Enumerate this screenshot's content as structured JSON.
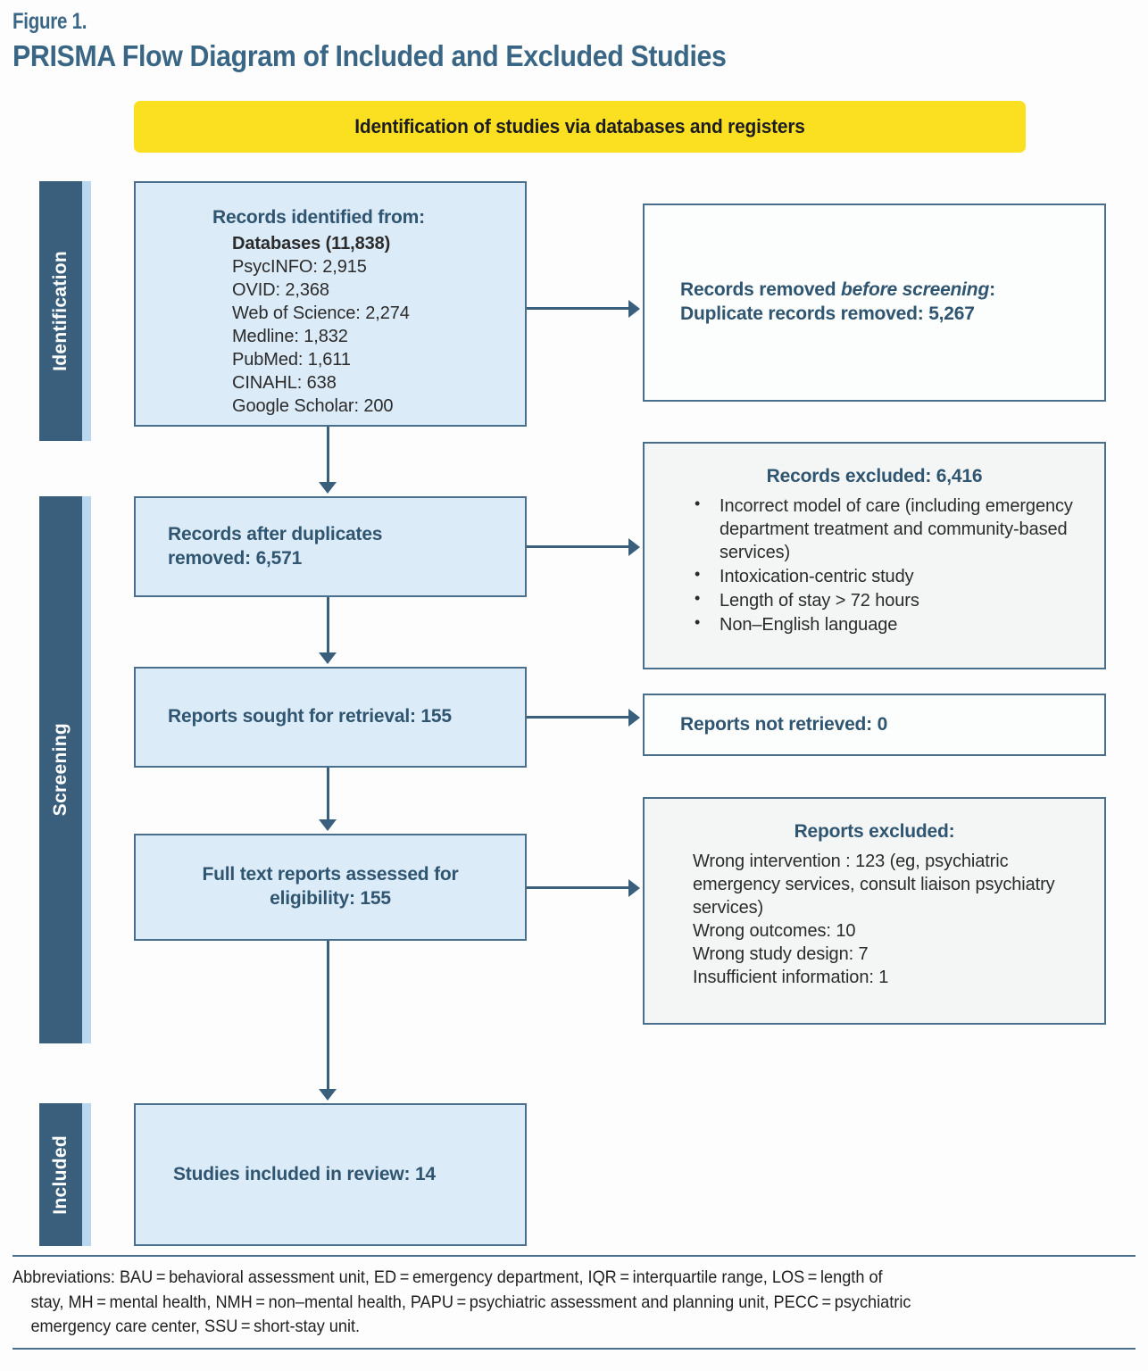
{
  "figure": {
    "label": "Figure 1.",
    "title": "PRISMA Flow Diagram of Included and Excluded Studies"
  },
  "banner": {
    "text": "Identification of studies via databases and registers",
    "color": "#fbe022"
  },
  "colors": {
    "rail": "#3a5f7d",
    "rail_shadow": "#b9d7ef",
    "box_border": "#4a6f8c",
    "box_fill_blue": "#dcebf8",
    "box_fill_gray": "#f4f6f6",
    "heading_blue": "#2f5570",
    "title_blue": "#3a6685"
  },
  "rails": [
    {
      "name": "identification",
      "label": "Identification"
    },
    {
      "name": "screening",
      "label": "Screening"
    },
    {
      "name": "included",
      "label": "Included"
    }
  ],
  "boxes": {
    "records_identified": {
      "heading": "Records identified from:",
      "subheading": "Databases (11,838)",
      "sources": [
        "PsycINFO: 2,915",
        "OVID: 2,368",
        "Web of Science: 2,274",
        "Medline: 1,832",
        "PubMed: 1,611",
        "CINAHL: 638",
        "Google Scholar: 200"
      ]
    },
    "records_removed": {
      "line1_a": "Records removed ",
      "line1_em": "before screening",
      "line1_b": ":",
      "line2": "Duplicate records removed: 5,267"
    },
    "records_after_duplicates": {
      "line1": "Records after duplicates",
      "line2": "removed: 6,571"
    },
    "records_excluded": {
      "heading": "Records excluded: 6,416",
      "bullets": [
        "Incorrect model of care (including emergency department treatment and community-based services)",
        "Intoxication-centric study",
        "Length of stay > 72 hours",
        "Non–English language"
      ]
    },
    "reports_sought": {
      "line1": "Reports sought for retrieval: 155"
    },
    "reports_not_retrieved": {
      "line1": "Reports not retrieved: 0"
    },
    "full_text_assessed": {
      "line1": "Full text reports assessed for",
      "line2": "eligibility: 155"
    },
    "reports_excluded": {
      "heading": "Reports excluded:",
      "lines": [
        "Wrong intervention : 123 (eg, psychiatric emergency services, consult liaison psychiatry services)",
        "Wrong outcomes: 10",
        "Wrong study design: 7",
        "Insufficient information: 1"
      ]
    },
    "studies_included": {
      "line1": "Studies included in review: 14"
    }
  },
  "footnote": {
    "line1": "Abbreviations: BAU = behavioral assessment unit, ED = emergency department, IQR = interquartile range, LOS = length of",
    "line2": "stay, MH = mental health, NMH = non–mental health, PAPU = psychiatric assessment and planning unit, PECC = psychiatric",
    "line3": "emergency care center, SSU = short-stay unit."
  }
}
